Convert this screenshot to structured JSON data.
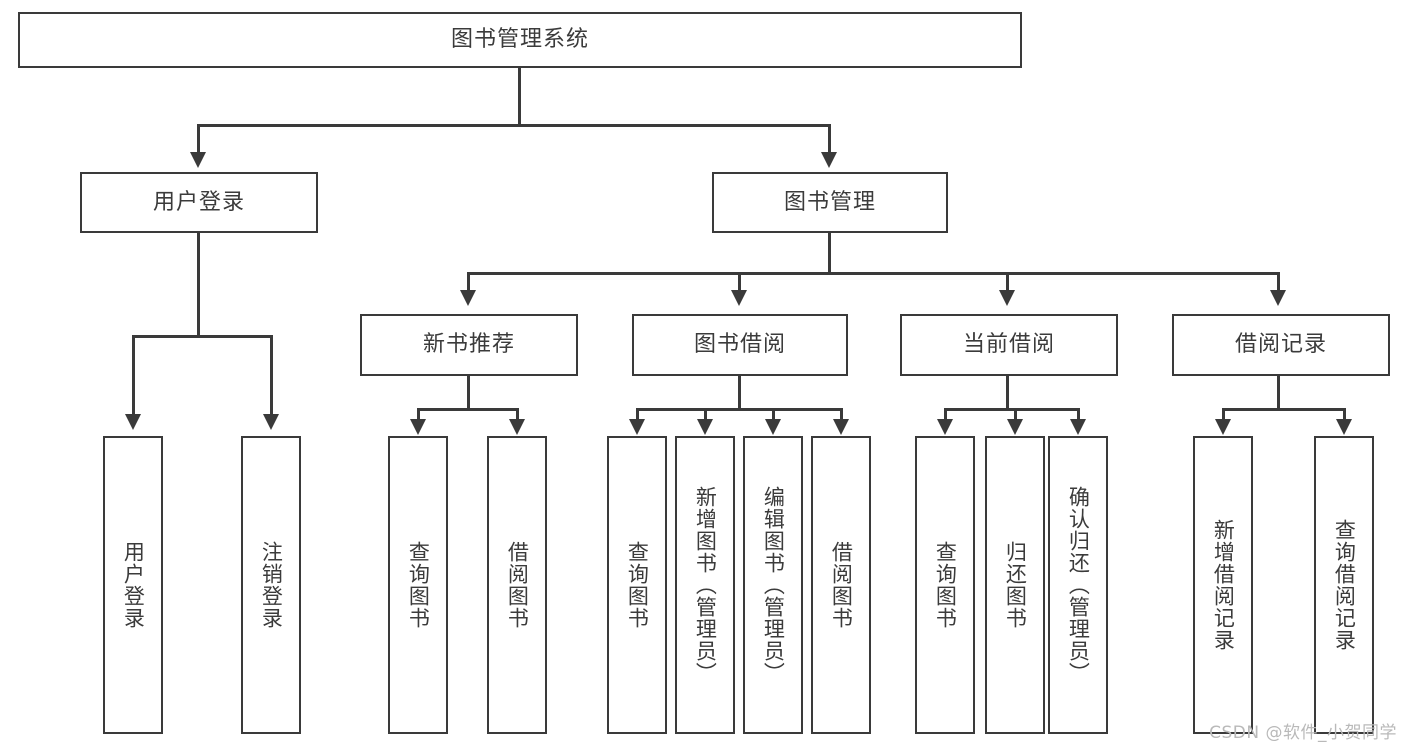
{
  "diagram": {
    "title": "图书管理系统",
    "type": "tree",
    "watermark": "CSDN @软件_小贺同学",
    "colors": {
      "box_border": "#3a3a3a",
      "box_fill": "#ffffff",
      "text": "#3b3b3b",
      "connector": "#3a3a3a",
      "watermark": "#b9b9b9",
      "background": "#ffffff"
    },
    "levels": {
      "root": {
        "label": "图书管理系统"
      },
      "level2": [
        {
          "label": "用户登录"
        },
        {
          "label": "图书管理"
        }
      ],
      "level3": [
        {
          "label": "新书推荐"
        },
        {
          "label": "图书借阅"
        },
        {
          "label": "当前借阅"
        },
        {
          "label": "借阅记录"
        }
      ],
      "leaves": {
        "user_login": [
          {
            "label": "用户登录"
          },
          {
            "label": "注销登录"
          }
        ],
        "new_book_recommend": [
          {
            "label": "查询图书"
          },
          {
            "label": "借阅图书"
          }
        ],
        "book_borrow": [
          {
            "label": "查询图书"
          },
          {
            "label": "新增图书（管理员）"
          },
          {
            "label": "编辑图书（管理员）"
          },
          {
            "label": "借阅图书"
          }
        ],
        "current_borrow": [
          {
            "label": "查询图书"
          },
          {
            "label": "归还图书"
          },
          {
            "label": "确认归还（管理员）"
          }
        ],
        "borrow_record": [
          {
            "label": "新增借阅记录"
          },
          {
            "label": "查询借阅记录"
          }
        ]
      }
    }
  }
}
